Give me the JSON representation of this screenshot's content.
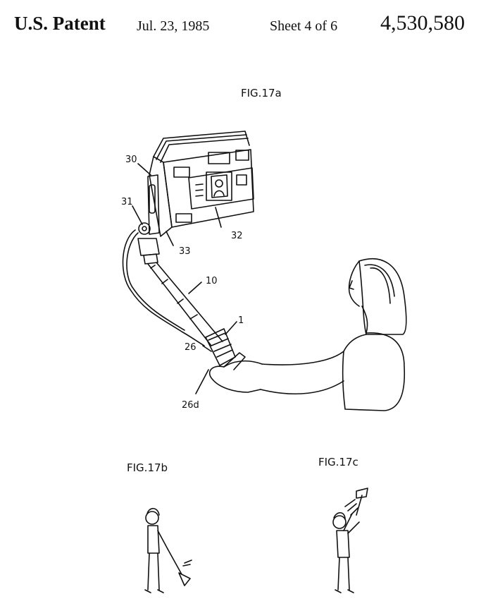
{
  "header": {
    "title": "U.S. Patent",
    "date": "Jul. 23, 1985",
    "sheet": "Sheet 4 of 6",
    "number": "4,530,580"
  },
  "figures": {
    "fig17a": {
      "caption": "FIG.17a",
      "labels": {
        "r30": "30",
        "r31": "31",
        "r32": "32",
        "r33": "33",
        "r10": "10",
        "r1": "1",
        "r26": "26",
        "r26d": "26d"
      }
    },
    "fig17b": {
      "caption": "FIG.17b"
    },
    "fig17c": {
      "caption": "FIG.17c"
    }
  }
}
